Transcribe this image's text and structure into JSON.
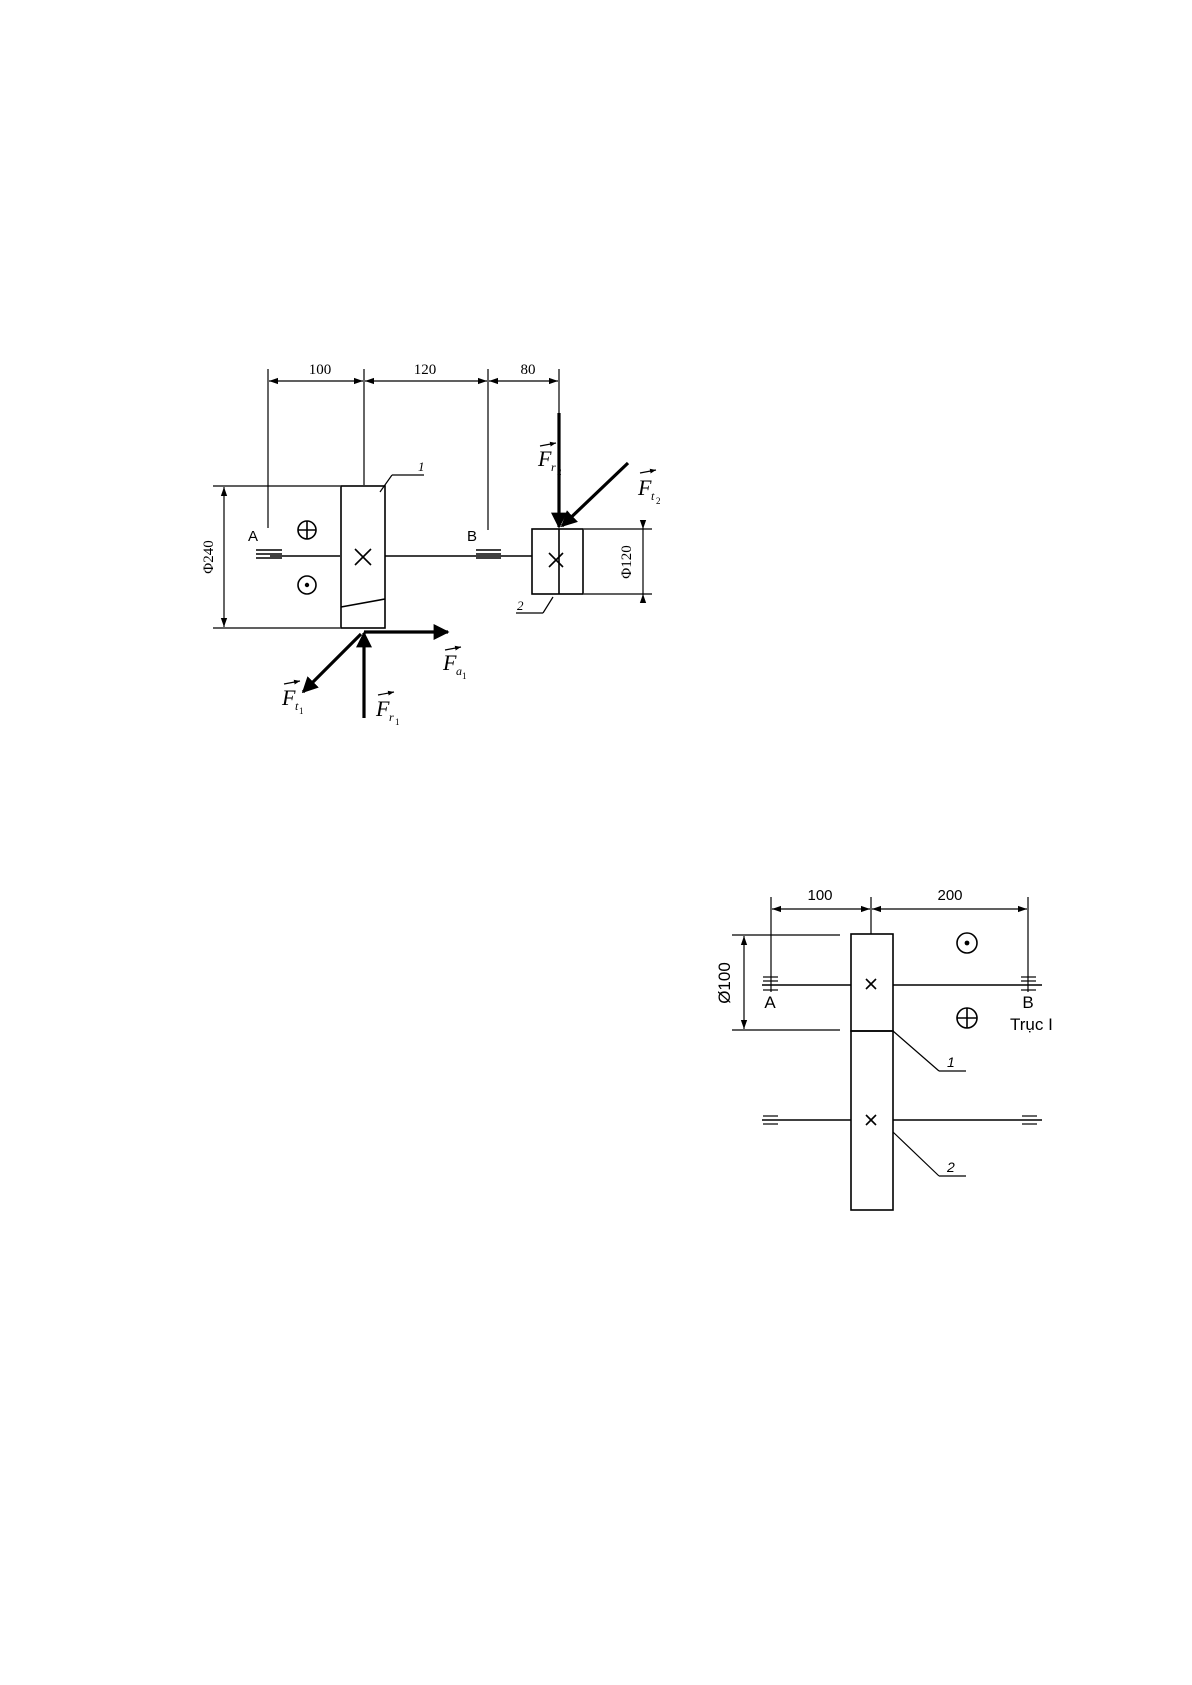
{
  "diagram1": {
    "dims": {
      "d1": "100",
      "d2": "120",
      "d3": "80"
    },
    "dia_left": "Φ240",
    "dia_right": "Φ120",
    "bearing_a": "A",
    "bearing_b": "B",
    "gear1_label": "1",
    "gear2_label": "2",
    "forces": {
      "fr2": {
        "base": "F",
        "sub": "r",
        "subsub": "2"
      },
      "ft2": {
        "base": "F",
        "sub": "t",
        "subsub": "2"
      },
      "fa1": {
        "base": "F",
        "sub": "a",
        "subsub": "1"
      },
      "ft1": {
        "base": "F",
        "sub": "t",
        "subsub": "1"
      },
      "fr1": {
        "base": "F",
        "sub": "r",
        "subsub": "1"
      }
    }
  },
  "diagram2": {
    "dims": {
      "d1": "100",
      "d2": "200"
    },
    "dia": "Ø100",
    "bearing_a": "A",
    "bearing_b": "B",
    "shaft_label": "Trục I",
    "gear1_label": "1",
    "gear2_label": "2"
  }
}
